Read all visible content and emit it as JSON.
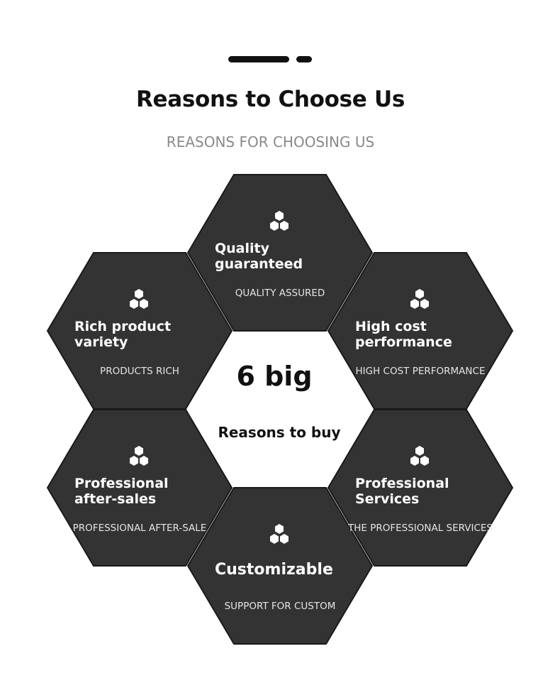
{
  "header": {
    "title": "Reasons to Choose Us",
    "subtitle": "REASONS FOR CHOOSING US"
  },
  "center": {
    "big": "6 big",
    "small": "Reasons to buy"
  },
  "reasons": [
    {
      "title": "Quality\nguaranteed",
      "subtitle": "QUALITY ASSURED"
    },
    {
      "title": "Rich product\nvariety",
      "subtitle": "PRODUCTS RICH"
    },
    {
      "title": "High cost\nperformance",
      "subtitle": "HIGH COST PERFORMANCE"
    },
    {
      "title": "Professional\nafter-sales",
      "subtitle": "PROFESSIONAL AFTER-SALE"
    },
    {
      "title": "Professional\nServices",
      "subtitle": "THE PROFESSIONAL SERVICES"
    },
    {
      "title": "Customizable",
      "subtitle": "SUPPORT FOR CUSTOM"
    }
  ],
  "colors": {
    "hex_fill": "#333333",
    "icon": "#ffffff"
  },
  "icons": {
    "reason_icon": "cubes-icon"
  }
}
